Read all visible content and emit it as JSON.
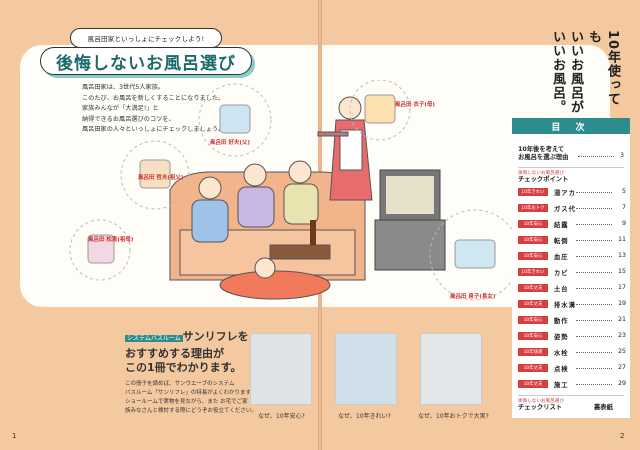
{
  "left_page": {
    "header_pill": "風呂田家といっしょにチェックしよう!",
    "title": "後悔しないお風呂選び",
    "intro_lines": [
      "風呂田家は、3世代5人家族。",
      "このたび、お風呂を新しくすることになりました。",
      "家族みんなが「大満足!」と",
      "納得できるお風呂選びのコツを、",
      "風呂田家の人々といっしょにチェックしましょう。"
    ],
    "character_labels": [
      "風呂田 好夫(父)",
      "風呂田 衣子(母)",
      "風呂田 哲夫(祖父)",
      "風呂田 松恵(祖母)",
      "風呂田 泉子(長女)"
    ],
    "reason_tag": "システムバスルーム",
    "reason_lines": [
      "サンリフレを",
      "おすすめする理由が",
      "この1冊でわかります。"
    ],
    "reason_body": [
      "この冊子を読めば、サンウエーブのシステム",
      "バスルーム「サンリフレ」の特長がよくわかります。",
      "ショールームで実物を見ながら、また お宅でご家",
      "族みなさんと検討する際にどうぞお役立てください。"
    ],
    "photo_captions": [
      "なぜ、10年安心?",
      "なぜ、10年きれい?",
      "なぜ、10年おトクで大実?"
    ],
    "page_number": "1"
  },
  "right_page": {
    "vertical_title": [
      "10年使っても",
      "いいお風呂が",
      "いいお風呂。"
    ],
    "toc_heading": "目 次",
    "toc_intro_label": "10年後を考えて\nお風呂を選ぶ理由",
    "toc_intro_page": "3",
    "toc_section1_small": "後悔しないお風呂選び",
    "toc_section1_label": "チェックポイント",
    "toc_items": [
      {
        "badge": "10年きれい",
        "label": "湯アカ",
        "page": "5"
      },
      {
        "badge": "10年おトク",
        "label": "ガス代",
        "page": "7"
      },
      {
        "badge": "10年安心",
        "label": "結露",
        "page": "9"
      },
      {
        "badge": "10年安心",
        "label": "転倒",
        "page": "11"
      },
      {
        "badge": "10年安心",
        "label": "血圧",
        "page": "13"
      },
      {
        "badge": "10年きれい",
        "label": "カビ",
        "page": "15"
      },
      {
        "badge": "10年丈夫",
        "label": "土台",
        "page": "17"
      },
      {
        "badge": "10年丈夫",
        "label": "排水溝",
        "page": "19"
      },
      {
        "badge": "10年安心",
        "label": "動作",
        "page": "21"
      },
      {
        "badge": "10年安心",
        "label": "姿勢",
        "page": "23"
      },
      {
        "badge": "10年快適",
        "label": "水栓",
        "page": "25"
      },
      {
        "badge": "10年丈夫",
        "label": "点検",
        "page": "27"
      },
      {
        "badge": "10年丈夫",
        "label": "施工",
        "page": "29"
      }
    ],
    "toc_section2_small": "後悔しないお風呂選び",
    "toc_section2_label": "チェックリスト",
    "toc_section2_page": "裏表紙",
    "page_number": "2"
  }
}
